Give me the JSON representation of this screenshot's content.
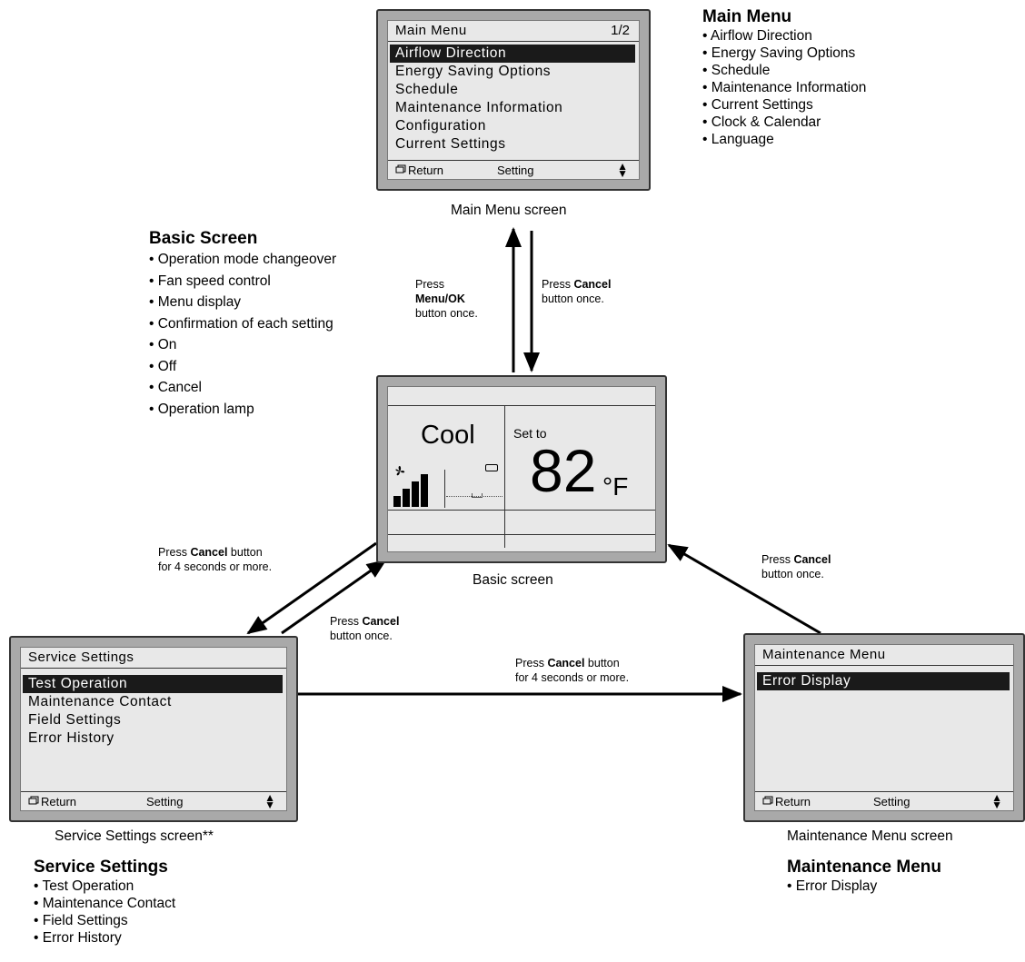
{
  "main_menu_screen": {
    "title": "Main Menu",
    "page": "1/2",
    "items": [
      "Airflow Direction",
      "Energy Saving Options",
      "Schedule",
      "Maintenance Information",
      "Configuration",
      "Current Settings"
    ],
    "footer": {
      "return": "Return",
      "setting": "Setting",
      "arrows": "▲\n▼"
    },
    "caption": "Main Menu screen"
  },
  "main_menu_list": {
    "heading": "Main Menu",
    "items": [
      "• Airflow Direction",
      "• Energy Saving Options",
      "• Schedule",
      "• Maintenance Information",
      "• Current Settings",
      "• Clock & Calendar",
      "• Language"
    ]
  },
  "basic_list": {
    "heading": "Basic Screen",
    "items": [
      "• Operation mode changeover",
      "• Fan speed control",
      "• Menu display",
      "• Confirmation of each setting",
      "• On",
      "• Off",
      "• Cancel",
      "• Operation lamp"
    ]
  },
  "basic_screen": {
    "mode": "Cool",
    "set_to": "Set to",
    "temperature": "82",
    "unit": "°F",
    "fan_level": 4,
    "caption": "Basic screen"
  },
  "notes": {
    "press_menu_ok": {
      "l1": "Press",
      "bold": "Menu/OK",
      "l3": "button once."
    },
    "press_cancel_top": {
      "pre": "Press ",
      "bold": "Cancel",
      "l2": "button once."
    },
    "cancel_4s_left": {
      "pre": "Press ",
      "bold": "Cancel",
      "post": " button",
      "l2": "for 4 seconds or more."
    },
    "cancel_once_left": {
      "pre": "Press ",
      "bold": "Cancel",
      "l2": "button once."
    },
    "cancel_once_right": {
      "pre": "Press ",
      "bold": "Cancel",
      "l2": "button once."
    },
    "cancel_4s_mid": {
      "pre": "Press ",
      "bold": "Cancel",
      "post": " button",
      "l2": "for 4 seconds or more."
    }
  },
  "service_screen": {
    "title": "Service Settings",
    "items": [
      "Test Operation",
      "Maintenance Contact",
      "Field Settings",
      "Error History"
    ],
    "footer": {
      "return": "Return",
      "setting": "Setting",
      "arrows": "▲\n▼"
    },
    "caption": "Service Settings screen**"
  },
  "service_list": {
    "heading": "Service Settings",
    "items": [
      "• Test Operation",
      "• Maintenance Contact",
      "• Field Settings",
      "• Error History"
    ]
  },
  "maintenance_screen": {
    "title": "Maintenance Menu",
    "items": [
      "Error Display"
    ],
    "footer": {
      "return": "Return",
      "setting": "Setting",
      "arrows": "▲\n▼"
    },
    "caption": "Maintenance Menu screen"
  },
  "maintenance_list": {
    "heading": "Maintenance Menu",
    "items": [
      "• Error Display"
    ]
  },
  "colors": {
    "lcd_bezel": "#a9a9a9",
    "lcd_face": "#e8e8e8",
    "highlight": "#1a1a1a"
  }
}
